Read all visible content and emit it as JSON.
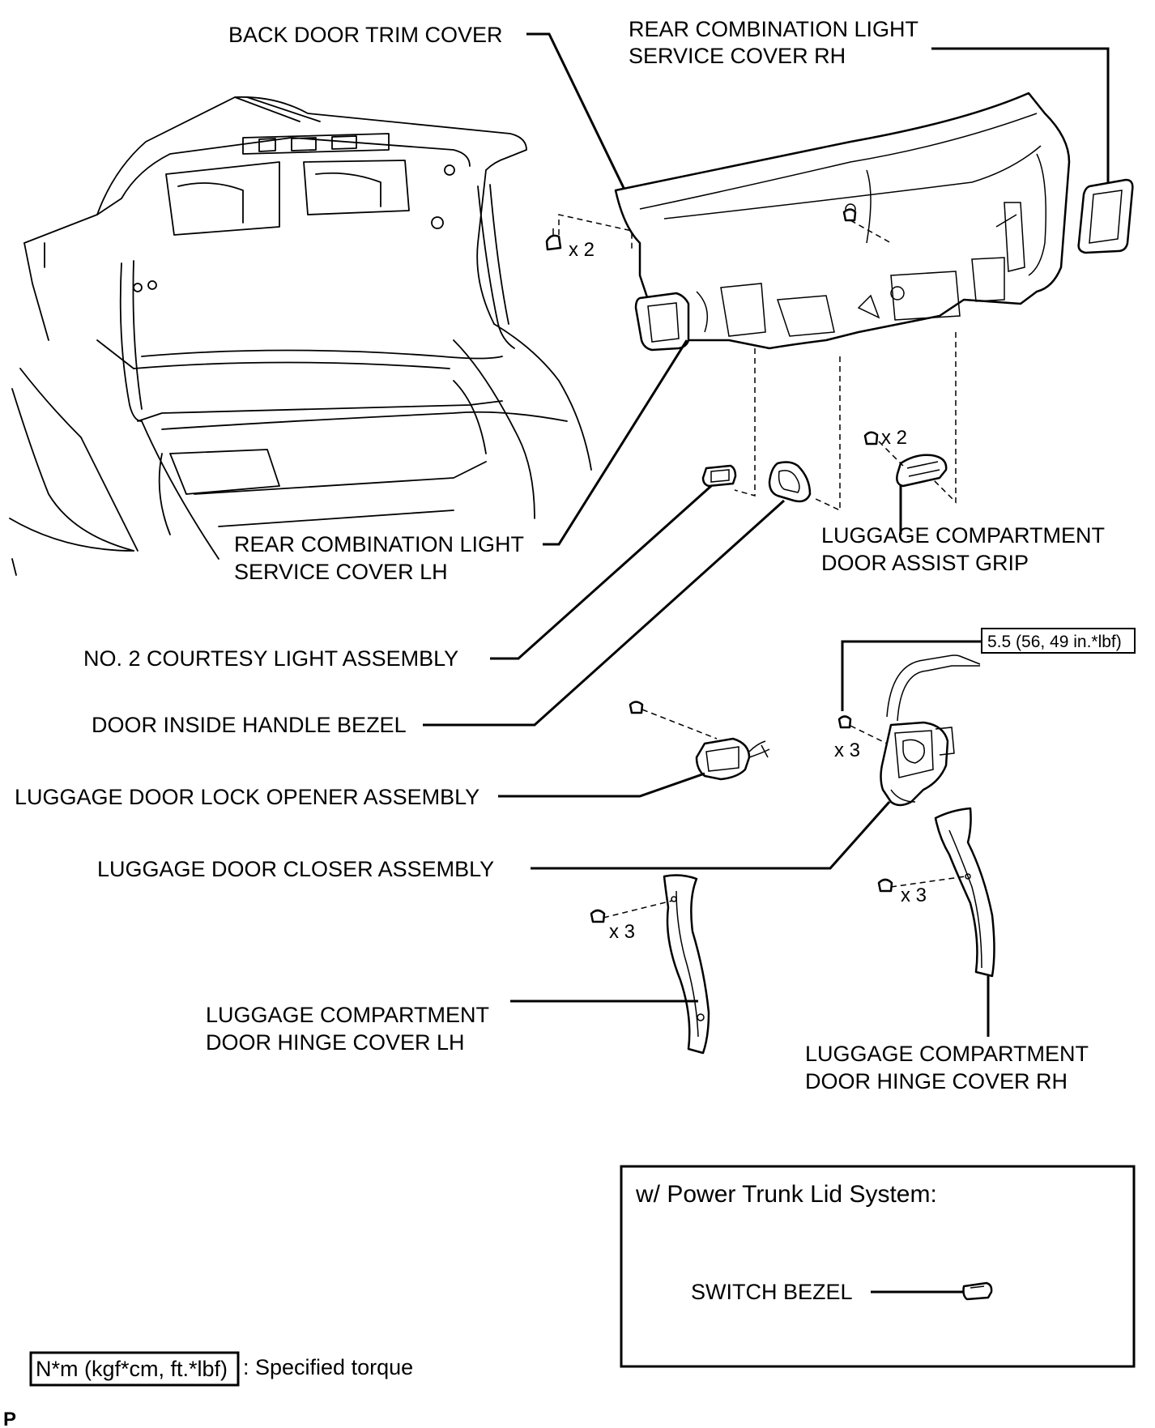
{
  "labels": {
    "back_door_trim_cover": "BACK DOOR TRIM COVER",
    "rear_combination_light_service_cover_rh_line1": "REAR COMBINATION LIGHT",
    "rear_combination_light_service_cover_rh_line2": "SERVICE COVER RH",
    "rear_combination_light_service_cover_lh_line1": "REAR COMBINATION LIGHT",
    "rear_combination_light_service_cover_lh_line2": "SERVICE COVER LH",
    "luggage_compartment_door_assist_grip_line1": "LUGGAGE COMPARTMENT",
    "luggage_compartment_door_assist_grip_line2": "DOOR ASSIST GRIP",
    "no2_courtesy_light_assembly": "NO. 2 COURTESY LIGHT ASSEMBLY",
    "door_inside_handle_bezel": "DOOR INSIDE HANDLE BEZEL",
    "luggage_door_lock_opener_assembly": "LUGGAGE DOOR LOCK OPENER ASSEMBLY",
    "luggage_door_closer_assembly": "LUGGAGE DOOR CLOSER ASSEMBLY",
    "luggage_compartment_door_hinge_cover_lh_line1": "LUGGAGE COMPARTMENT",
    "luggage_compartment_door_hinge_cover_lh_line2": "DOOR HINGE COVER LH",
    "luggage_compartment_door_hinge_cover_rh_line1": "LUGGAGE COMPARTMENT",
    "luggage_compartment_door_hinge_cover_rh_line2": "DOOR HINGE COVER RH",
    "switch_bezel": "SWITCH BEZEL"
  },
  "quantities": {
    "trim_clips": "x 2",
    "assist_grip_screws": "x 2",
    "closer_bolts": "x 3",
    "hinge_lh_clips": "x 3",
    "hinge_rh_clips": "x 3"
  },
  "torque": {
    "closer_bolt_value": "5.5 (56, 49 in.*lbf)"
  },
  "inset": {
    "title": "w/ Power Trunk Lid System:"
  },
  "legend": {
    "unit_box": "N*m (kgf*cm, ft.*lbf)",
    "description": ": Specified torque"
  },
  "page_code": "P"
}
